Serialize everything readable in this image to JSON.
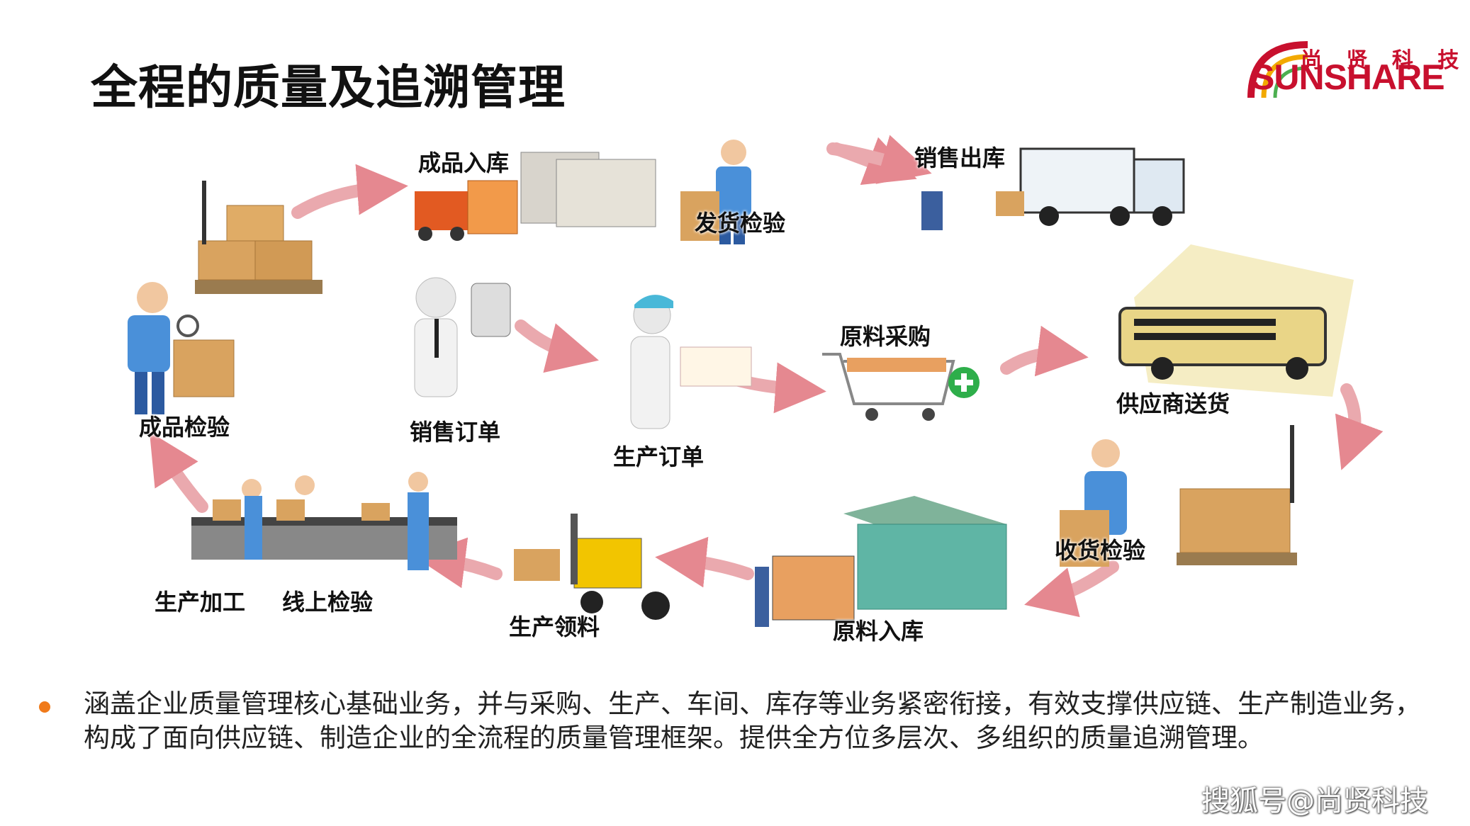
{
  "title": "全程的质量及追溯管理",
  "logo": {
    "cn": "尚 贤 科 技",
    "en": "SUNSHARE"
  },
  "steps": {
    "finished_inbound": "成品入库",
    "shipping_inspection": "发货检验",
    "sales_outbound": "销售出库",
    "finished_inspection": "成品检验",
    "sales_order": "销售订单",
    "production_order": "生产订单",
    "material_purchase": "原料采购",
    "supplier_delivery": "供应商送货",
    "receiving_inspection": "收货检验",
    "material_inbound": "原料入库",
    "material_requisition": "生产领料",
    "production_processing": "生产加工",
    "online_inspection": "线上检验"
  },
  "description": "涵盖企业质量管理核心基础业务，并与采购、生产、车间、库存等业务紧密衔接，有效支撑供应链、生产制造业务，构成了面向供应链、制造企业的全流程的质量管理框架。提供全方位多层次、多组织的质量追溯管理。",
  "watermark": "搜狐号@尚贤科技",
  "colors": {
    "accent": "#f07a1a",
    "brand": "#c8102e",
    "arrow": "#e37c84"
  }
}
